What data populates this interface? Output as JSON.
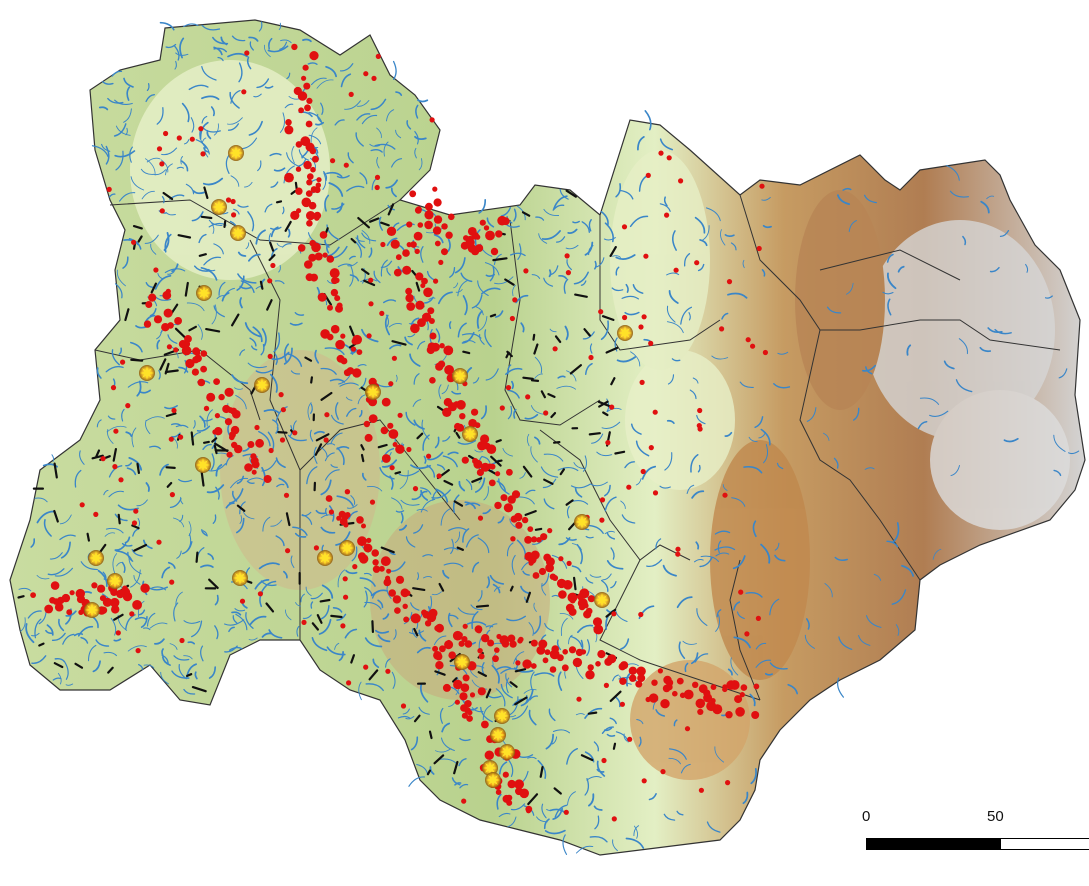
{
  "scale_bar": {
    "label_0": "0",
    "label_50": "50"
  },
  "colors": {
    "river": "#3a86c8",
    "point": "#e01010",
    "star": "#ffd21a",
    "border": "#333333",
    "lowland": "#e4efc0",
    "hills": "#b7d48e",
    "mountain": "#c58c56",
    "alpine": "#cfcfcf"
  },
  "legend_icons": [
    "river-network",
    "red-point-marker",
    "yellow-star-marker"
  ]
}
